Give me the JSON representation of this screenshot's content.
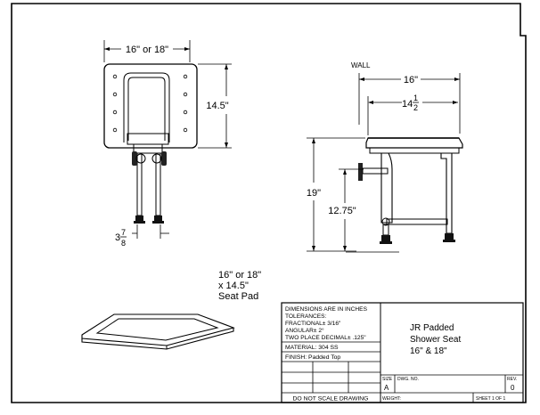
{
  "top_view": {
    "width_dim": "16\" or 18\"",
    "depth_dim": "14.5\"",
    "leg_dim_whole": "3",
    "leg_dim_num": "7",
    "leg_dim_den": "8"
  },
  "side_view": {
    "wall_label": "WALL",
    "width_dim": "16\"",
    "inner_dim_whole": "14",
    "inner_dim_num": "1",
    "inner_dim_den": "2",
    "height_dim": "19\"",
    "seat_height_dim": "12.75\""
  },
  "seat_pad": {
    "line1": "16\" or 18\"",
    "line2": "x 14.5\"",
    "line3": "Seat Pad"
  },
  "title_block": {
    "dims_header": "DIMENSIONS ARE IN INCHES",
    "tolerances": "TOLERANCES:",
    "fractional": "FRACTIONAL± 3/16\"",
    "angular": "ANGULAR± 2°",
    "decimal": "TWO PLACE DECIMAL±  .125\"",
    "material": "MATERIAL: 304 SS",
    "finish": "FINISH: Padded Top",
    "no_scale": "DO NOT SCALE DRAWING",
    "title_line1": "JR Padded",
    "title_line2": "Shower Seat",
    "title_line3": "16\" & 18\"",
    "size_label": "SIZE",
    "size_value": "A",
    "dwg_label": "DWG. NO.",
    "rev_label": "REV.",
    "rev_value": "0",
    "weight_label": "WEIGHT:",
    "sheet_label": "SHEET 1 OF 1"
  }
}
